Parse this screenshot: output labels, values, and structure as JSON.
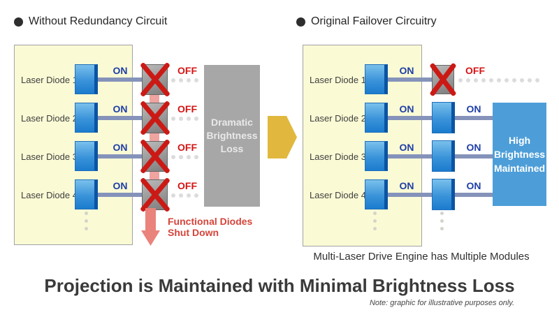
{
  "left_section": {
    "header": "Without Redundancy Circuit",
    "rows": [
      {
        "label": "Laser Diode 1",
        "on_label": "ON",
        "off_label": "OFF"
      },
      {
        "label": "Laser Diode 2",
        "on_label": "ON",
        "off_label": "OFF"
      },
      {
        "label": "Laser Diode 3",
        "on_label": "ON",
        "off_label": "OFF"
      },
      {
        "label": "Laser Diode 4",
        "on_label": "ON",
        "off_label": "OFF"
      }
    ],
    "loss_box": {
      "line1": "Dramatic",
      "line2": "Brightness",
      "line3": "Loss"
    },
    "shutdown": {
      "line1": "Functional Diodes",
      "line2": "Shut Down"
    }
  },
  "right_section": {
    "header": "Original Failover Circuitry",
    "rows": [
      {
        "label": "Laser Diode 1",
        "primary_label": "ON",
        "secondary_label": "OFF"
      },
      {
        "label": "Laser Diode 2",
        "primary_label": "ON",
        "secondary_label": "ON"
      },
      {
        "label": "Laser Diode 3",
        "primary_label": "ON",
        "secondary_label": "ON"
      },
      {
        "label": "Laser Diode 4",
        "primary_label": "ON",
        "secondary_label": "ON"
      }
    ],
    "maintain_box": {
      "line1": "High",
      "line2": "Brightness",
      "line3": "Maintained"
    },
    "caption": "Multi-Laser Drive Engine has Multiple Modules"
  },
  "footer": {
    "title": "Projection is Maintained with Minimal Brightness Loss",
    "note": "Note: graphic for illustrative purposes only."
  },
  "icons": {
    "bullet": "filled-circle",
    "failed_diode": "red-x-cross",
    "transition_arrow": "gold-right-arrow",
    "shutdown_arrow": "red-down-arrow",
    "continuation": "gray-dots"
  },
  "colors": {
    "panel_yellow": "#fafad5",
    "diode_blue": "#1b7bce",
    "on_blue": "#1e3ea6",
    "off_red": "#d41414",
    "x_red": "#cb1a15",
    "failure_pink": "#efa4a0",
    "shutdown_red": "#e9837b",
    "loss_gray": "#a7a7a7",
    "maintain_blue": "#4d9ed8",
    "arrow_gold": "#e1b83d"
  }
}
